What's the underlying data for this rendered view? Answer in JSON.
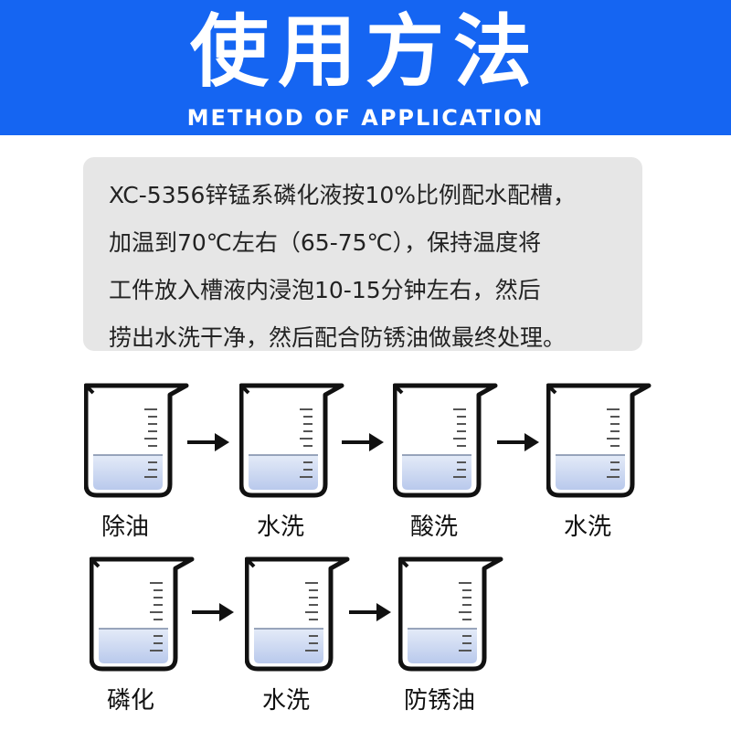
{
  "header": {
    "title": "使用方法",
    "subtitle": "METHOD OF APPLICATION"
  },
  "description": {
    "lines": [
      "XC-5356锌锰系磷化液按10%比例配水配槽，",
      "加温到70℃左右（65-75℃），保持温度将",
      "工件放入槽液内浸泡10-15分钟左右，然后",
      "捞出水洗干净，然后配合防锈油做最终处理。"
    ]
  },
  "steps": [
    {
      "label": "除油",
      "icon": "beaker-icon"
    },
    {
      "label": "水洗",
      "icon": "beaker-icon"
    },
    {
      "label": "酸洗",
      "icon": "beaker-icon"
    },
    {
      "label": "水洗",
      "icon": "beaker-icon"
    },
    {
      "label": "磷化",
      "icon": "beaker-icon"
    },
    {
      "label": "水洗",
      "icon": "beaker-icon"
    },
    {
      "label": "防锈油",
      "icon": "beaker-icon"
    }
  ],
  "colors": {
    "brand": "#1565f2",
    "panel": "#e6e6e6",
    "liquid": "#c9d6f0"
  }
}
